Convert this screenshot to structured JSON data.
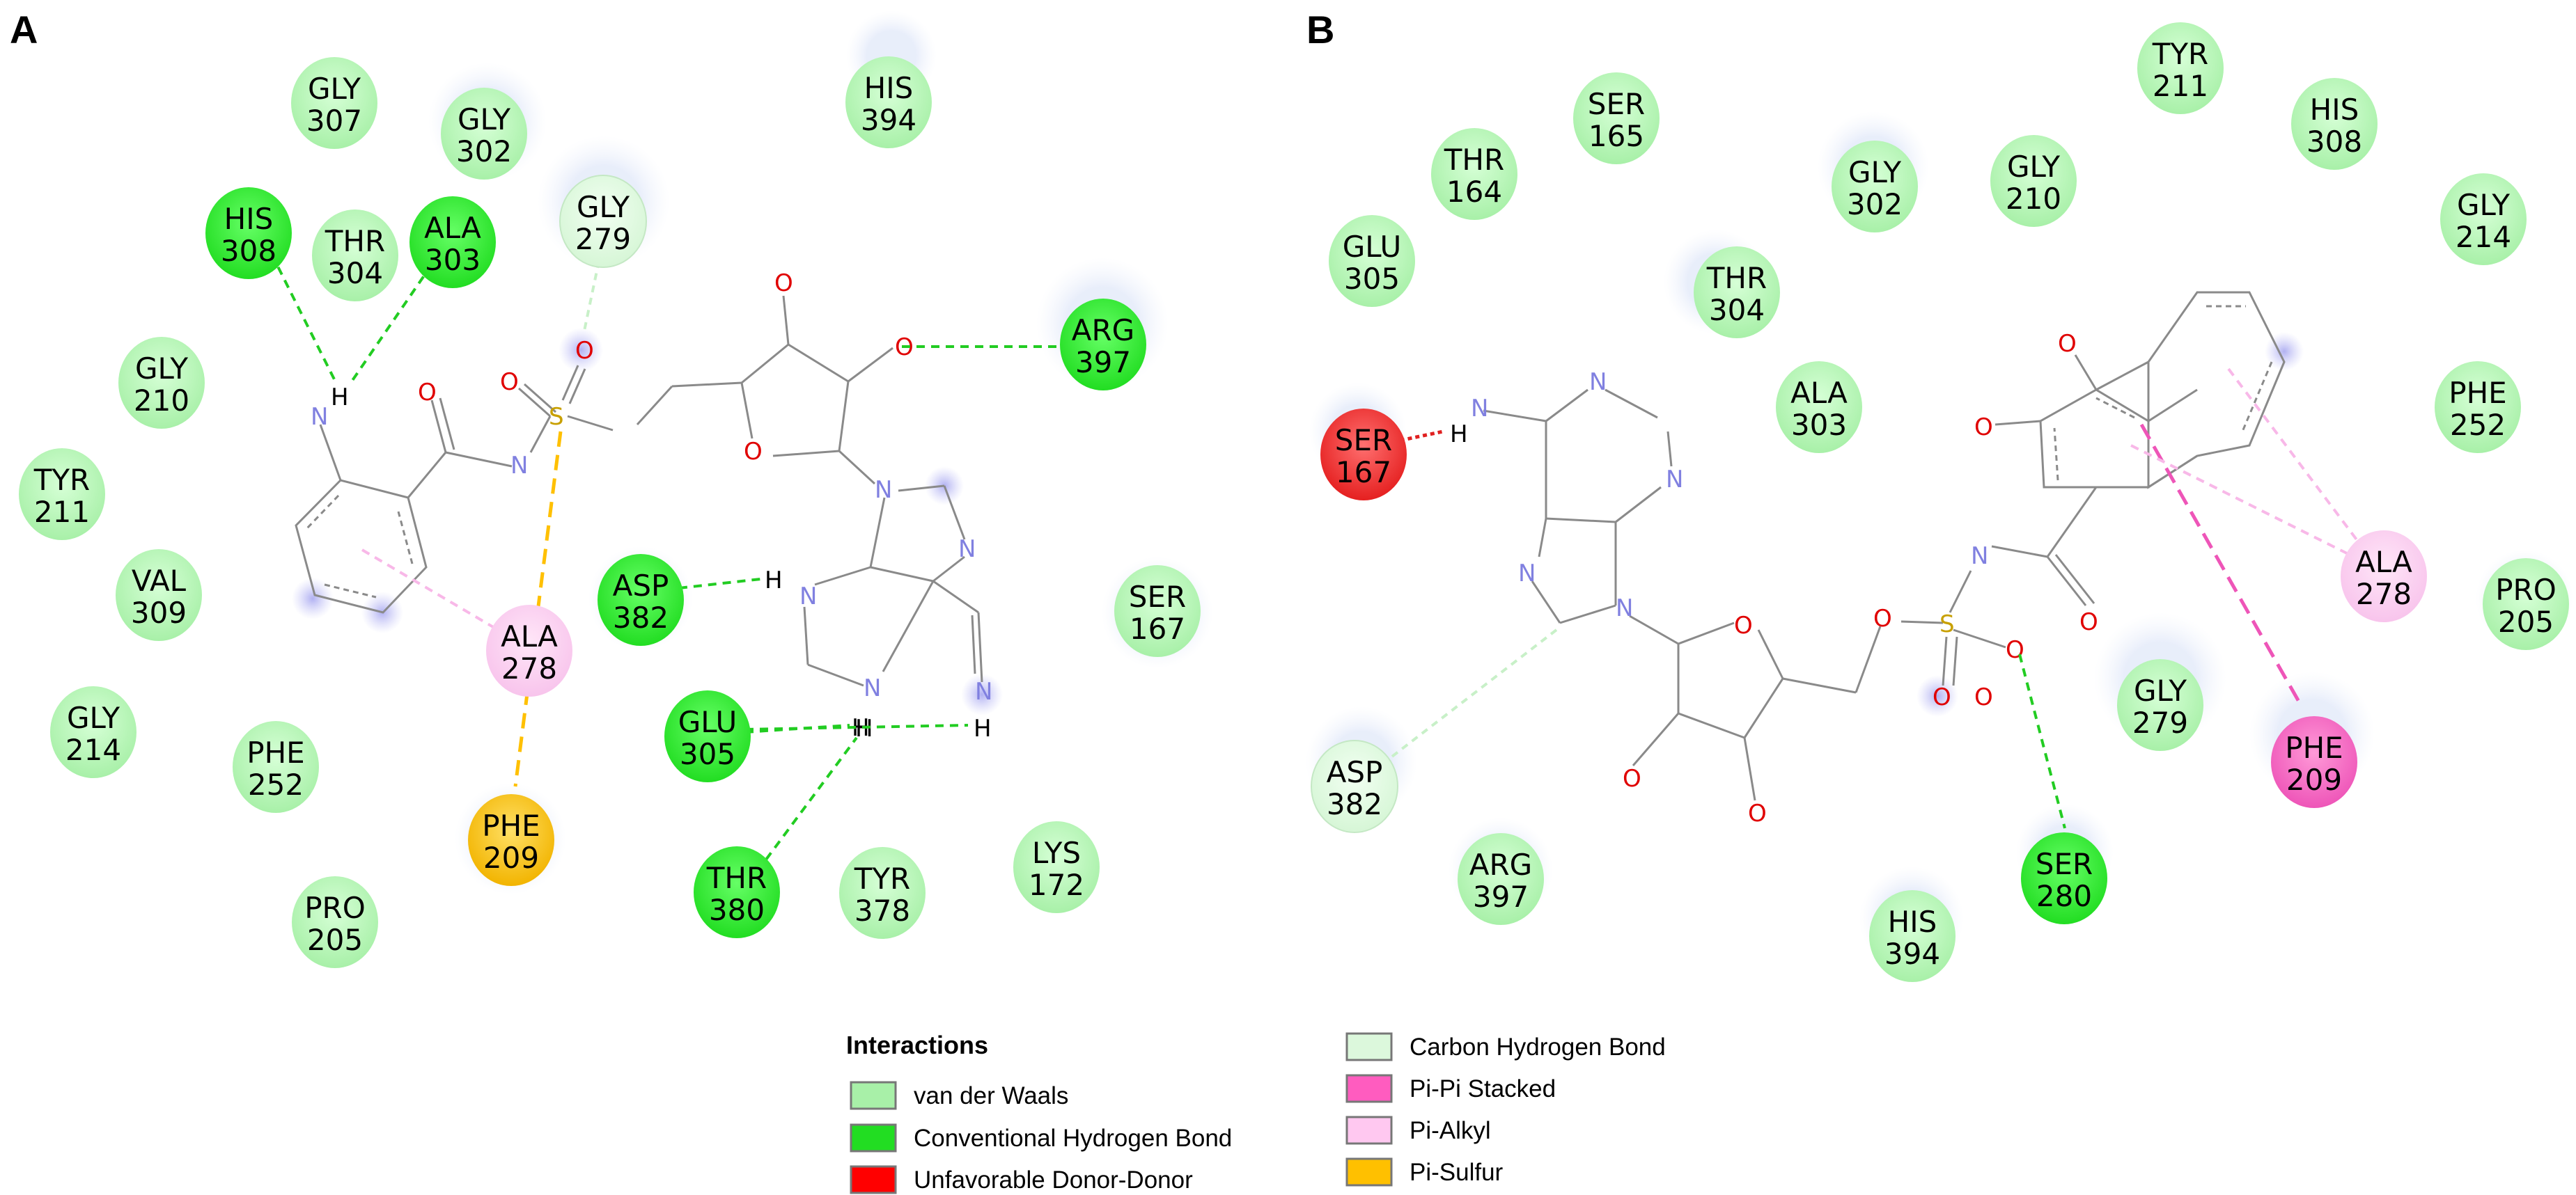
{
  "panels": [
    {
      "label": "A",
      "residues": [
        {
          "name": "GLY",
          "num": "307",
          "type": "vdw"
        },
        {
          "name": "GLY",
          "num": "302",
          "type": "vdw"
        },
        {
          "name": "HIS",
          "num": "394",
          "type": "vdw"
        },
        {
          "name": "HIS",
          "num": "308",
          "type": "hbond"
        },
        {
          "name": "THR",
          "num": "304",
          "type": "vdw"
        },
        {
          "name": "ALA",
          "num": "303",
          "type": "hbond"
        },
        {
          "name": "GLY",
          "num": "279",
          "type": "carbon"
        },
        {
          "name": "ARG",
          "num": "397",
          "type": "hbond"
        },
        {
          "name": "GLY",
          "num": "210",
          "type": "vdw"
        },
        {
          "name": "TYR",
          "num": "211",
          "type": "vdw"
        },
        {
          "name": "VAL",
          "num": "309",
          "type": "vdw"
        },
        {
          "name": "ALA",
          "num": "278",
          "type": "pialkyl"
        },
        {
          "name": "ASP",
          "num": "382",
          "type": "hbond"
        },
        {
          "name": "SER",
          "num": "167",
          "type": "vdw"
        },
        {
          "name": "GLY",
          "num": "214",
          "type": "vdw"
        },
        {
          "name": "PHE",
          "num": "252",
          "type": "vdw"
        },
        {
          "name": "GLU",
          "num": "305",
          "type": "hbond"
        },
        {
          "name": "PHE",
          "num": "209",
          "type": "pisulfur"
        },
        {
          "name": "THR",
          "num": "380",
          "type": "hbond"
        },
        {
          "name": "TYR",
          "num": "378",
          "type": "vdw"
        },
        {
          "name": "LYS",
          "num": "172",
          "type": "vdw"
        },
        {
          "name": "PRO",
          "num": "205",
          "type": "vdw"
        }
      ],
      "atoms": [
        "O",
        "O",
        "O",
        "S",
        "N",
        "O",
        "O",
        "N",
        "N",
        "N",
        "N",
        "N",
        "N",
        "O",
        "H",
        "H",
        "H",
        "H",
        "H"
      ]
    },
    {
      "label": "B",
      "residues": [
        {
          "name": "TYR",
          "num": "211",
          "type": "vdw"
        },
        {
          "name": "SER",
          "num": "165",
          "type": "vdw"
        },
        {
          "name": "HIS",
          "num": "308",
          "type": "vdw"
        },
        {
          "name": "THR",
          "num": "164",
          "type": "vdw"
        },
        {
          "name": "GLY",
          "num": "302",
          "type": "vdw"
        },
        {
          "name": "GLY",
          "num": "210",
          "type": "vdw"
        },
        {
          "name": "GLY",
          "num": "214",
          "type": "vdw"
        },
        {
          "name": "GLU",
          "num": "305",
          "type": "vdw"
        },
        {
          "name": "THR",
          "num": "304",
          "type": "vdw"
        },
        {
          "name": "ALA",
          "num": "303",
          "type": "vdw"
        },
        {
          "name": "PHE",
          "num": "252",
          "type": "vdw"
        },
        {
          "name": "SER",
          "num": "167",
          "type": "donordonor"
        },
        {
          "name": "ALA",
          "num": "278",
          "type": "pialkyl"
        },
        {
          "name": "PRO",
          "num": "205",
          "type": "vdw"
        },
        {
          "name": "GLY",
          "num": "279",
          "type": "vdw"
        },
        {
          "name": "PHE",
          "num": "209",
          "type": "pipi"
        },
        {
          "name": "ASP",
          "num": "382",
          "type": "carbon"
        },
        {
          "name": "ARG",
          "num": "397",
          "type": "vdw"
        },
        {
          "name": "SER",
          "num": "280",
          "type": "hbond"
        },
        {
          "name": "HIS",
          "num": "394",
          "type": "vdw"
        }
      ],
      "atoms": [
        "N",
        "N",
        "N",
        "N",
        "N",
        "O",
        "O",
        "O",
        "S",
        "O",
        "O",
        "N",
        "O",
        "O",
        "O",
        "O",
        "O",
        "H"
      ]
    }
  ],
  "legend": {
    "title": "Interactions",
    "items": [
      {
        "key": "vdw",
        "label": "van der Waals",
        "color": "#a8f0a8"
      },
      {
        "key": "hbond",
        "label": "Conventional Hydrogen Bond",
        "color": "#22dd22"
      },
      {
        "key": "donordonor",
        "label": "Unfavorable Donor-Donor",
        "color": "#ff0000"
      },
      {
        "key": "carbon",
        "label": "Carbon Hydrogen Bond",
        "color": "#dcf8dc"
      },
      {
        "key": "pipi",
        "label": "Pi-Pi Stacked",
        "color": "#ff5cbf"
      },
      {
        "key": "pialkyl",
        "label": "Pi-Alkyl",
        "color": "#ffc8f0"
      },
      {
        "key": "pisulfur",
        "label": "Pi-Sulfur",
        "color": "#ffc000"
      }
    ]
  },
  "colors": {
    "vdw": "#a8f0a8",
    "hbond": "#22dd22",
    "donordonor": "#ee2222",
    "carbon": "#dcf8dc",
    "pipi": "#ff5cbf",
    "pialkyl": "#ffc8f0",
    "pisulfur": "#ffc000"
  }
}
